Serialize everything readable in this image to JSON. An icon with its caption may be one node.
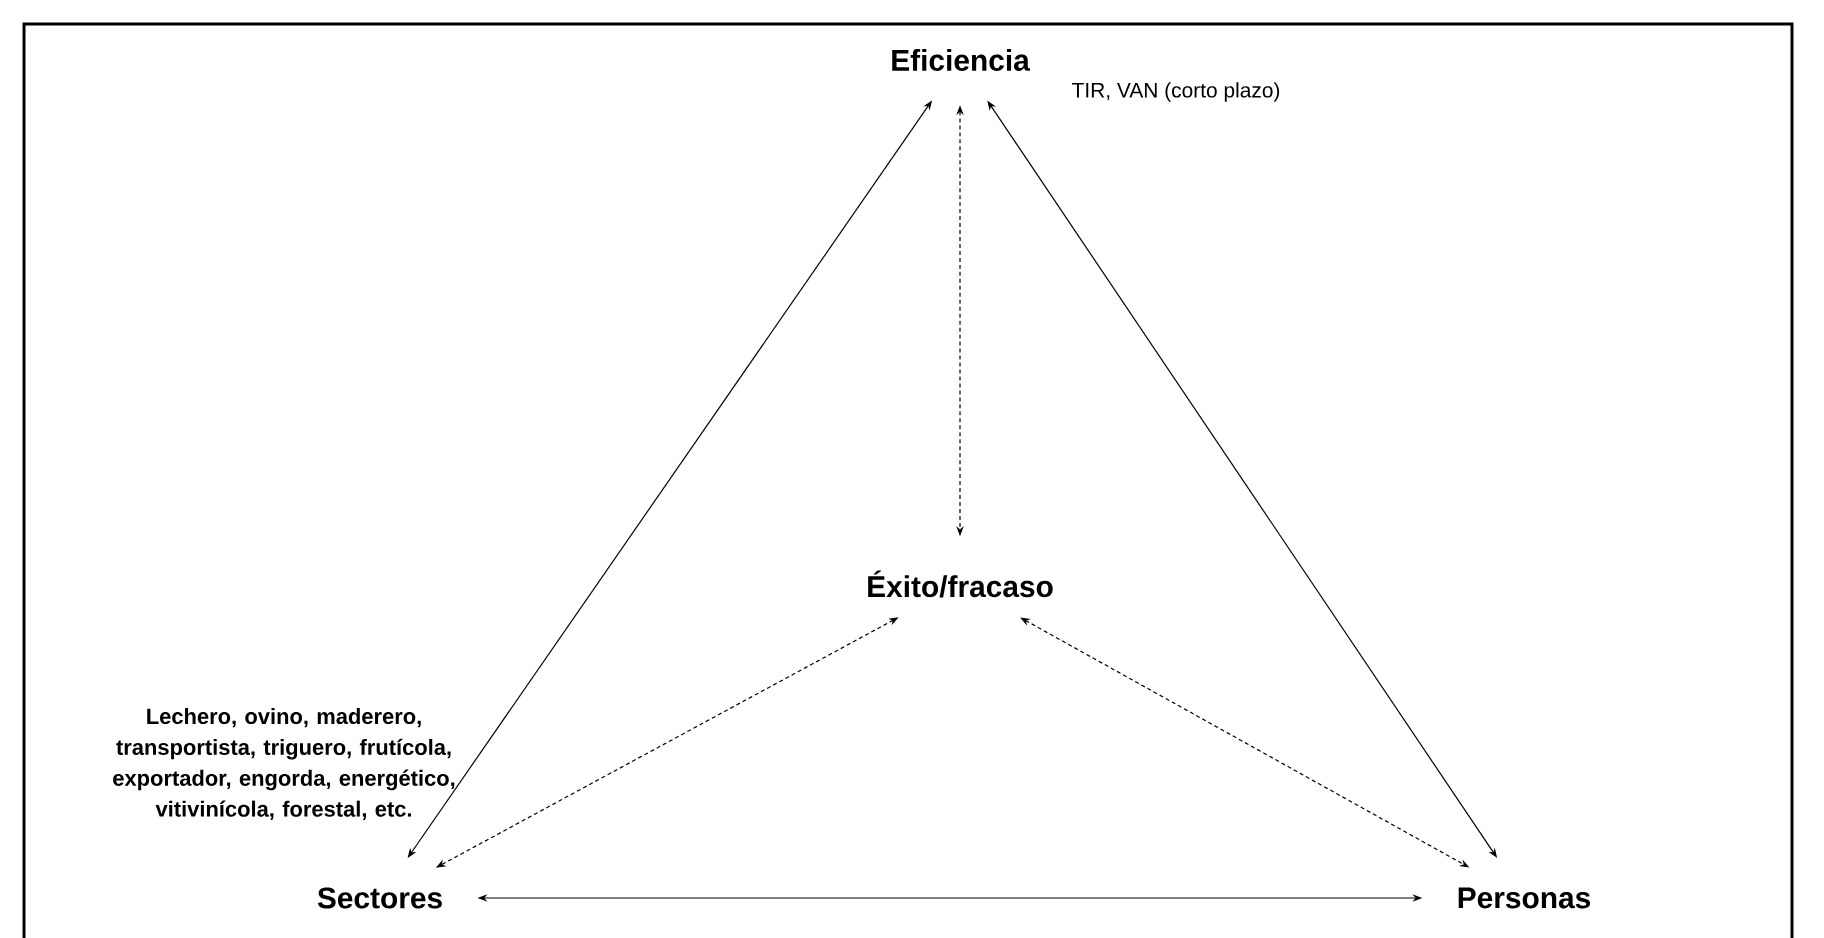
{
  "diagram": {
    "nodes": [
      {
        "text": [
          "Eficiencia"
        ],
        "beside": [
          "TIR, VAN (corto plazo)"
        ]
      },
      {
        "text": [
          "Éxito/fracaso"
        ]
      },
      {
        "text": [
          "Sectores"
        ],
        "beside": [
          "Lechero, ovino, maderero, transportista, triguero, frutícola, exportador, engorda, energético, vitivinícola, forestal, etc."
        ]
      },
      {
        "text": [
          "Personas"
        ]
      }
    ],
    "edges": [
      {
        "from": 0,
        "to": 2,
        "arrow": "both"
      },
      {
        "from": 0,
        "to": 1,
        "arrow": "both",
        "style": "dashed"
      },
      {
        "from": 0,
        "to": 3,
        "arrow": "both"
      },
      {
        "from": 1,
        "to": 2,
        "arrow": "both",
        "style": "dashed"
      },
      {
        "from": 1,
        "to": 3,
        "arrow": "both",
        "style": "dashed"
      },
      {
        "from": 2,
        "to": 3,
        "arrow": "both"
      }
    ]
  }
}
